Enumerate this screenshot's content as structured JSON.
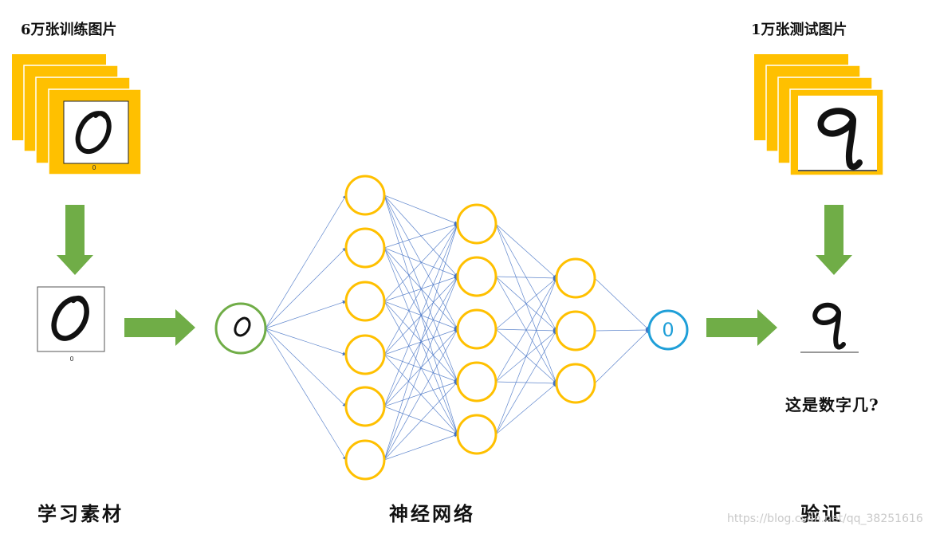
{
  "left": {
    "top_label": "6万张训练图片",
    "caption": "学习素材",
    "card_digit_label": "0",
    "sample_digit_label": "0"
  },
  "middle": {
    "caption": "神经网络",
    "layer_sizes": [
      1,
      6,
      5,
      3,
      1
    ],
    "output_value": "0"
  },
  "right": {
    "top_label": "1万张测试图片",
    "caption": "验证",
    "question": "这是数字几?"
  },
  "watermark": "https://blog.csdn.net/qq_38251616",
  "colors": {
    "card_fill": "#ffc000",
    "node_stroke": "#ffc000",
    "input_stroke": "#70ad47",
    "output_stroke": "#1f9fd8",
    "arrow_fill": "#70ad47",
    "edge": "#4472c4"
  }
}
